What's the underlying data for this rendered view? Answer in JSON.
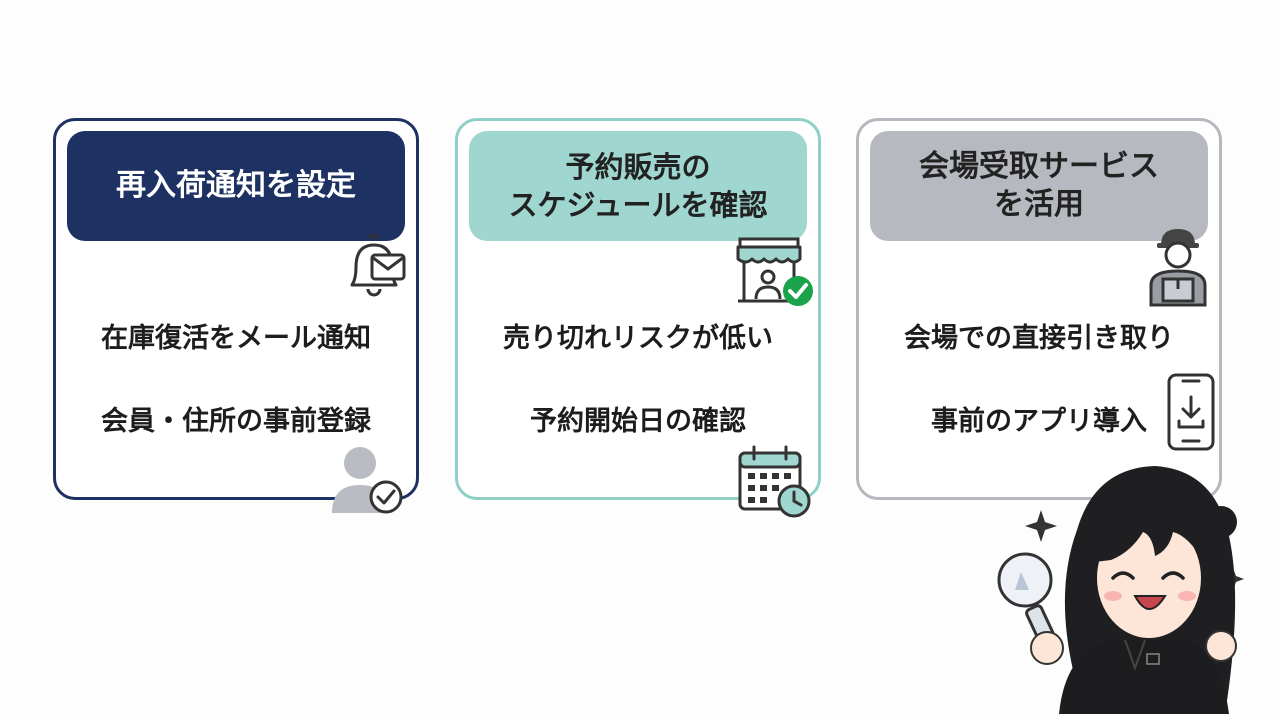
{
  "colors": {
    "card1_accent": "#1d3163",
    "card2_accent": "#9fd6cf",
    "card3_accent": "#b6b9c0"
  },
  "cards": [
    {
      "title": "再入荷通知を設定",
      "points": [
        "在庫復活をメール通知",
        "会員・住所の事前登録"
      ],
      "icons": [
        "bell-mail-icon",
        "user-check-icon"
      ]
    },
    {
      "title": "予約販売の\nスケジュールを確認",
      "points": [
        "売り切れリスクが低い",
        "予約開始日の確認"
      ],
      "icons": [
        "shop-check-icon",
        "calendar-clock-icon"
      ]
    },
    {
      "title": "会場受取サービス\nを活用",
      "points": [
        "会場での直接引き取り",
        "事前のアプリ導入"
      ],
      "icons": [
        "staff-box-icon",
        "smartphone-download-icon"
      ]
    }
  ]
}
